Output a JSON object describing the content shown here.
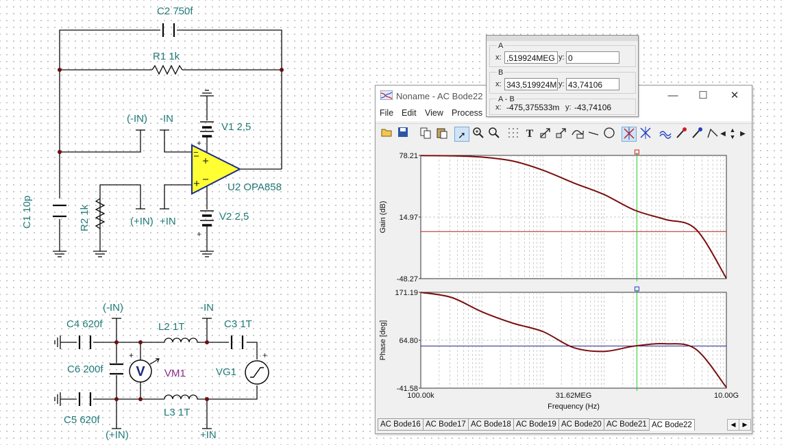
{
  "schematic": {
    "c2": "C2 750f",
    "r1": "R1 1k",
    "v1": "V1 2,5",
    "v2": "V2 2,5",
    "u2": "U2 OPA858",
    "c1": "C1 10p",
    "r2": "R2 1k",
    "in_neg_paren": "(-IN)",
    "in_neg": "-IN",
    "in_pos_paren": "(+IN)",
    "in_pos": "+IN",
    "in_neg_paren_2": "(-IN)",
    "in_neg_2": "-IN",
    "in_pos_paren_2": "(+IN)",
    "in_pos_2": "+IN",
    "c4": "C4 620f",
    "c6": "C6 200f",
    "c5": "C5 620f",
    "c3": "C3 1T",
    "l2": "L2 1T",
    "l3": "L3 1T",
    "vm1": "VM1",
    "vg1": "VG1",
    "vm_symbol": "V",
    "op_minus": "−",
    "op_plus": "+",
    "plus_sign": "+"
  },
  "cursor_panel": {
    "a_label": "A",
    "a_x_label": "x:",
    "a_x": ",519924MEG",
    "a_y_label": "y:",
    "a_y": "0",
    "b_label": "B",
    "b_x_label": "x:",
    "b_x": "343,519924M",
    "b_y_label": "y:",
    "b_y": "43,74106",
    "ab_label": "A - B",
    "ab_x_label": "x:",
    "ab_x": "-475,375533m",
    "ab_y_label": "y:",
    "ab_y": "-43,74106"
  },
  "window": {
    "title": "Noname - AC Bode22",
    "minimize": "—",
    "maximize": "☐",
    "close": "✕",
    "menu": [
      "File",
      "Edit",
      "View",
      "Process"
    ],
    "toolbar_icons": [
      "open-icon",
      "save-icon",
      "copy-icon",
      "paste-icon",
      "pointer-icon",
      "zoom-icon",
      "zoom-100-icon",
      "grid-icon",
      "text-icon",
      "label-icon",
      "label2-icon",
      "equation-icon",
      "line-icon",
      "circle-icon",
      "cursor-a-icon",
      "cursor-b-icon",
      "wave-icon",
      "marker-icon",
      "dropper-icon",
      "tangent-icon",
      "scroll-left-icon",
      "scroll-updown-icon",
      "scroll-right-icon"
    ],
    "tabs": [
      "AC Bode16",
      "AC Bode17",
      "AC Bode18",
      "AC Bode19",
      "AC Bode20",
      "AC Bode21",
      "AC Bode22"
    ],
    "active_tab": "AC Bode22",
    "tab_prev": "◀",
    "tab_next": "▶"
  },
  "chart_data": [
    {
      "type": "line",
      "ylabel": "Gain (dB)",
      "xscale": "log",
      "xlim": [
        100000,
        10000000000
      ],
      "ylim": [
        -48.27,
        78.21
      ],
      "yticks": [
        "78.21",
        "14.97",
        "-48.27"
      ],
      "x": [
        100000,
        316200,
        1000000,
        3162000,
        10000000,
        31620000,
        100000000,
        316200000,
        1000000000,
        3162000000,
        10000000000
      ],
      "series": [
        {
          "values": [
            78.0,
            77.8,
            76.5,
            72.5,
            63.0,
            50.0,
            38.0,
            22.0,
            12.5,
            2.5,
            -48.0
          ]
        }
      ],
      "hline_y": 0,
      "cursor_x": 343519924,
      "colors": {
        "curve": "#7a0e0e",
        "hline": "#b02020",
        "cursor": "#22cc22"
      }
    },
    {
      "type": "line",
      "ylabel": "Phase [deg]",
      "xlabel": "Frequency (Hz)",
      "xscale": "log",
      "xlim": [
        100000,
        10000000000
      ],
      "ylim": [
        -41.58,
        171.19
      ],
      "yticks": [
        "171.19",
        "64.80",
        "-41.58"
      ],
      "xticks": [
        "100.00k",
        "31.62MEG",
        "10.00G"
      ],
      "x": [
        100000,
        316200,
        1000000,
        3162000,
        10000000,
        31620000,
        100000000,
        316200000,
        1000000000,
        3162000000,
        10000000000
      ],
      "series": [
        {
          "values": [
            171.0,
            160.0,
            128.0,
            103.0,
            84.0,
            48.5,
            40.0,
            52.0,
            57.0,
            45.0,
            -40.0
          ]
        }
      ],
      "hline_y": 52,
      "cursor_x": 343519924,
      "colors": {
        "curve": "#7a0e0e",
        "hline": "#20208a",
        "cursor": "#22cc22"
      }
    }
  ]
}
